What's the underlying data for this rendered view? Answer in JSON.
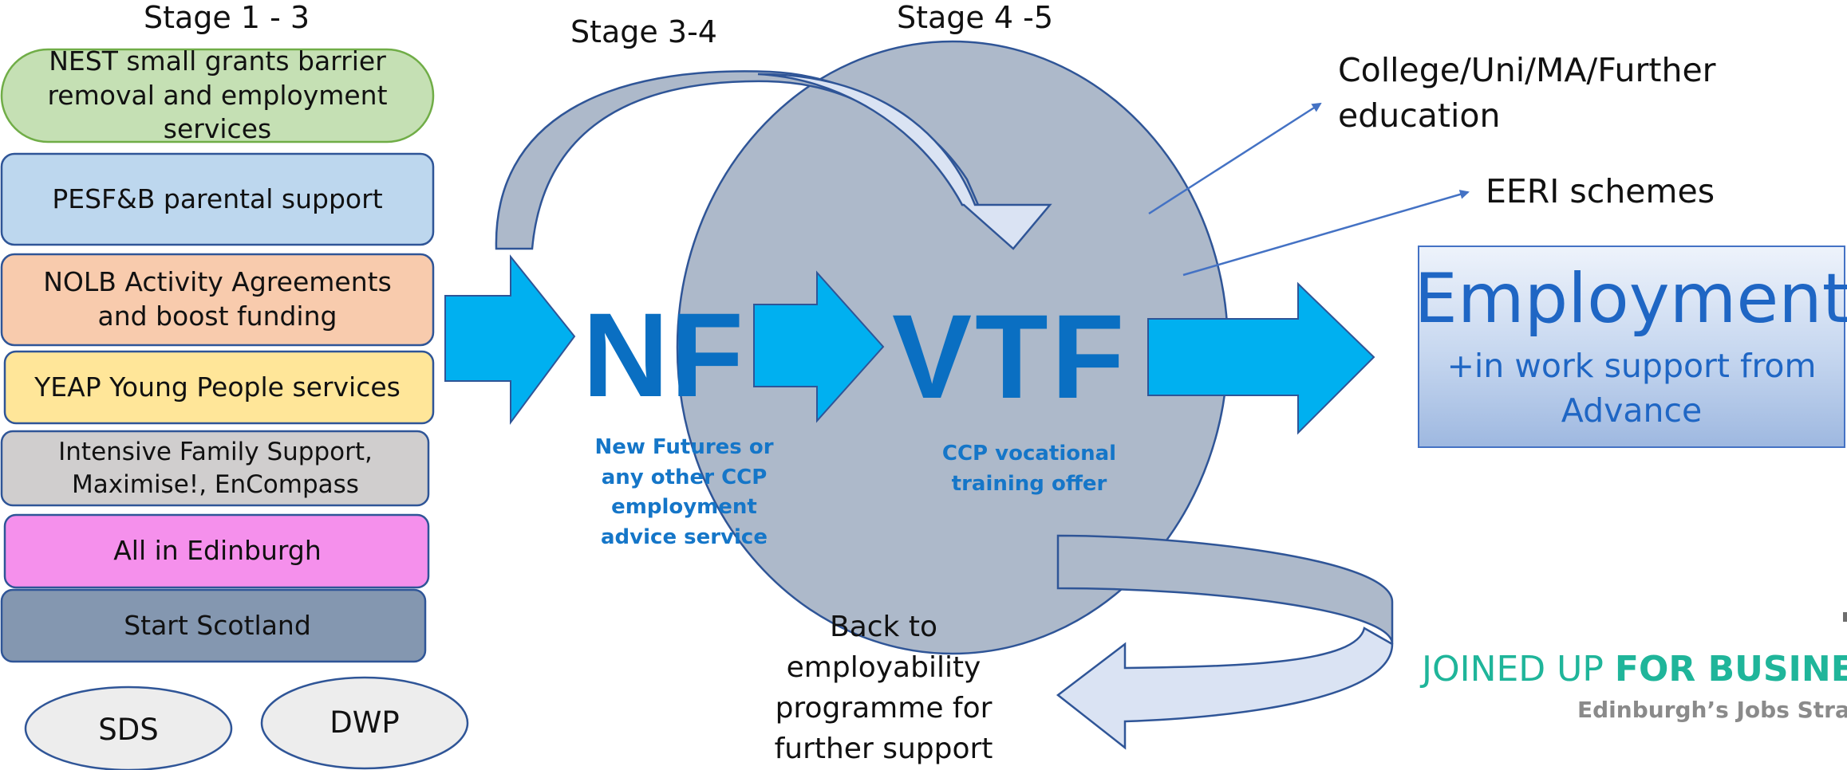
{
  "stage_labels": {
    "stage_1_3": "Stage 1 - 3",
    "stage_3_4": "Stage 3-4",
    "stage_4_5": "Stage 4 -5"
  },
  "providers": [
    {
      "label": "NEST small grants barrier removal and employment services",
      "fill": "#c5e0b4"
    },
    {
      "label": "PESF&B parental support",
      "fill": "#bdd7ee"
    },
    {
      "label": "NOLB Activity Agreements and boost funding",
      "fill": "#f8cbad"
    },
    {
      "label": "YEAP Young People services",
      "fill": "#ffe699"
    },
    {
      "label": "Intensive Family Support, Maximise!, EnCompass",
      "fill": "#d0cece"
    },
    {
      "label": "All in Edinburgh",
      "fill": "#f590ec"
    },
    {
      "label": "Start Scotland",
      "fill": "#8497b0"
    }
  ],
  "agencies": {
    "sds": "SDS",
    "dwp": "DWP"
  },
  "hub": {
    "nf_label": "NF",
    "nf_caption": "New Futures or any  other CCP employment advice service",
    "vtf_label": "VTF",
    "vtf_caption": "CCP vocational training offer",
    "fill": "#adb9ca",
    "arrow_color": "#00b0f0",
    "text_color": "#0a6fc2"
  },
  "destinations": {
    "further_education": "College/Uni/MA/Further education",
    "eeri": "EERI schemes",
    "employment_title": "Employment",
    "employment_subtitle": "+in work support from Advance"
  },
  "loopback": "Back to employability programme for further support",
  "branding": {
    "joined_up": "JOINED UP",
    "for_business": "FOR BUSINESS",
    "tagline": "Edinburgh’s Jobs Stra"
  }
}
